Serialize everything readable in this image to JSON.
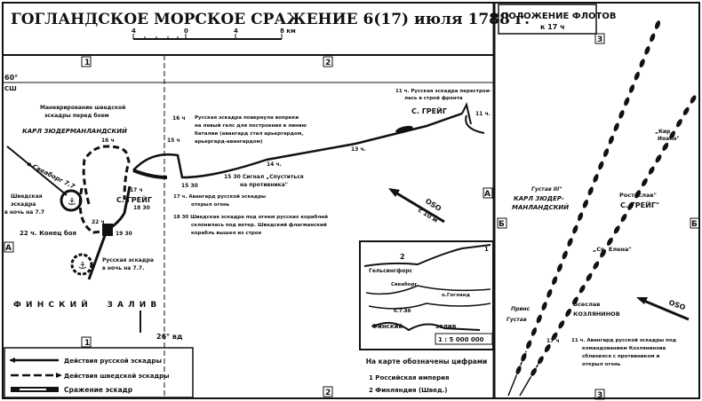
{
  "title": "ГОГЛАНДСКОЕ МОРСКОЕ СРАЖЕНИЕ 6(17) июля 1788 г.",
  "scale": {
    "labels": [
      "4",
      "0",
      "4",
      "8 км"
    ]
  },
  "grid_labels": {
    "col1": "1",
    "col2": "2",
    "col3": "3",
    "rowA": "А",
    "rowB": "Б"
  },
  "coords": {
    "lat": "60°",
    "lat_suffix": "СШ",
    "lon": "26° вд"
  },
  "sea_label": "Ф И Н С К И Й     З А Л И В",
  "annotations": {
    "swedish_maneuver": [
      "Маневрирование шведской",
      "эскадры перед боем"
    ],
    "swedish_commander": "КАРЛ ЗЮДЕРМАНЛАНДСКИЙ",
    "to_sveaborg": "в Свеаборг 7.7",
    "swedish_night": [
      "Шведская",
      "эскадра",
      "в ночь на 7.7"
    ],
    "end_of_battle": "22 ч. Конец боя",
    "russian_night": [
      "Русская эскадра",
      "в ночь на 7.7."
    ],
    "t16": "16 ч",
    "t17": "17 ч",
    "t22": "22 ч",
    "t1830": "18 30",
    "t1930": "19 30",
    "greig": "С. ГРЕЙГ",
    "t16_text": [
      "Русская эскадра повернула вопреки",
      "на левый галс для построения в линию",
      "баталии (авангард стал арьергардом,",
      "арьергард-авангардом)"
    ],
    "t15": "15 ч",
    "t1530a": "15 30",
    "t14": "14 ч.",
    "t13": "13 ч.",
    "t11": "11 ч.",
    "t11_text": [
      "11 ч. Русская эскадра перестрои-",
      "лась в строй фронта"
    ],
    "signal": [
      "15 30  Сигнал „Спуститься",
      "на противника\""
    ],
    "t17_text": [
      "17 ч.  Авангард русской эскадры",
      "открыл огонь"
    ],
    "t1830_text": [
      "18 30  Шведская эскадра под огнем русских кораблей",
      "склонилась под ветер. Шведский флагманский",
      "корабль вышел из строя"
    ],
    "wind": {
      "dir": "OSO",
      "speed": "с 10 м"
    }
  },
  "inset": {
    "labels": [
      "Гельсингфорс",
      "Свеаборг",
      "о.Гогланд",
      "6.7.88",
      "Финский",
      "залив",
      "1",
      "2"
    ],
    "scale": "1 : 5 000 000",
    "note_title": "На карте обозначены цифрами",
    "note_items": [
      "1 Российская империя",
      "2 Финляндия (Швед.)"
    ]
  },
  "legend": [
    {
      "label": "Действия русской эскадры",
      "style": "solid"
    },
    {
      "label": "Действия шведской эскадры",
      "style": "dashed"
    },
    {
      "label": "Сражение эскадр",
      "style": "battle"
    }
  ],
  "right_panel": {
    "title": "ПОЛОЖЕНИЕ ФЛОТОВ",
    "subtitle": "к 17 ч",
    "ships": {
      "kir_ioann": [
        "„Кир",
        "Иоанн\""
      ],
      "gustav3": "Густав III\"",
      "karl": [
        "КАРЛ ЗЮДЕР-",
        "МАНЛАНДСКИЙ"
      ],
      "rostislav": "Ростислав\"",
      "greig": "С. ГРЕЙГ\"",
      "sv_elena": "„Св. Елена\"",
      "vseslav": [
        "Всеслав",
        "КОЗЛЯНИНОВ"
      ],
      "prins_gustav": [
        "Принс",
        "Густав"
      ]
    },
    "t17": "17 ч",
    "wind": "OSO",
    "note": [
      "11 ч. Авангард русской эскадры под",
      "командованием Козлянинова",
      "сблизился с противником и",
      "открыл огонь"
    ]
  },
  "colors": {
    "ink": "#111111",
    "paper": "#ffffff"
  }
}
